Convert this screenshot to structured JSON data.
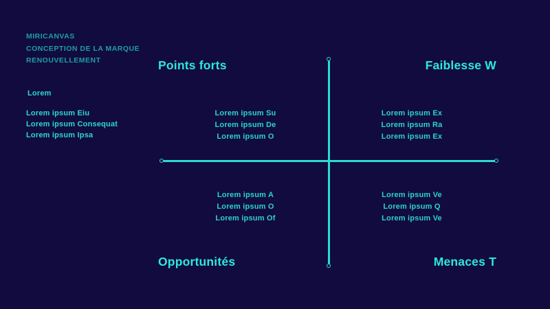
{
  "slide": {
    "background_color": "#120b40",
    "accent_color": "#2de8db",
    "text_color": "#2ad4cb",
    "muted_heading_color": "#1c9ea8"
  },
  "sidebar": {
    "heading_lines": [
      "MIRICANVAS",
      "CONCEPTION DE LA MARQUE",
      "RENOUVELLEMENT"
    ],
    "subheading": "Lorem",
    "items": [
      "Lorem ipsum Eiu",
      "Lorem ipsum Consequat",
      "Lorem ipsum Ipsa"
    ]
  },
  "matrix": {
    "axis_color": "#2bdcd6",
    "quadrants": [
      {
        "id": "strengths",
        "title": "Points forts",
        "items": [
          "Lorem ipsum Su",
          "Lorem ipsum De",
          "Lorem ipsum O"
        ]
      },
      {
        "id": "weaknesses",
        "title": "Faiblesse W",
        "items": [
          "Lorem ipsum Ex",
          "Lorem ipsum Ra",
          "Lorem ipsum Ex"
        ]
      },
      {
        "id": "opportunities",
        "title": "Opportunités",
        "items": [
          "Lorem ipsum A",
          "Lorem ipsum O",
          "Lorem ipsum Of"
        ]
      },
      {
        "id": "threats",
        "title": "Menaces T",
        "items": [
          "Lorem ipsum Ve",
          "Lorem ipsum Q",
          "Lorem ipsum Ve"
        ]
      }
    ]
  }
}
